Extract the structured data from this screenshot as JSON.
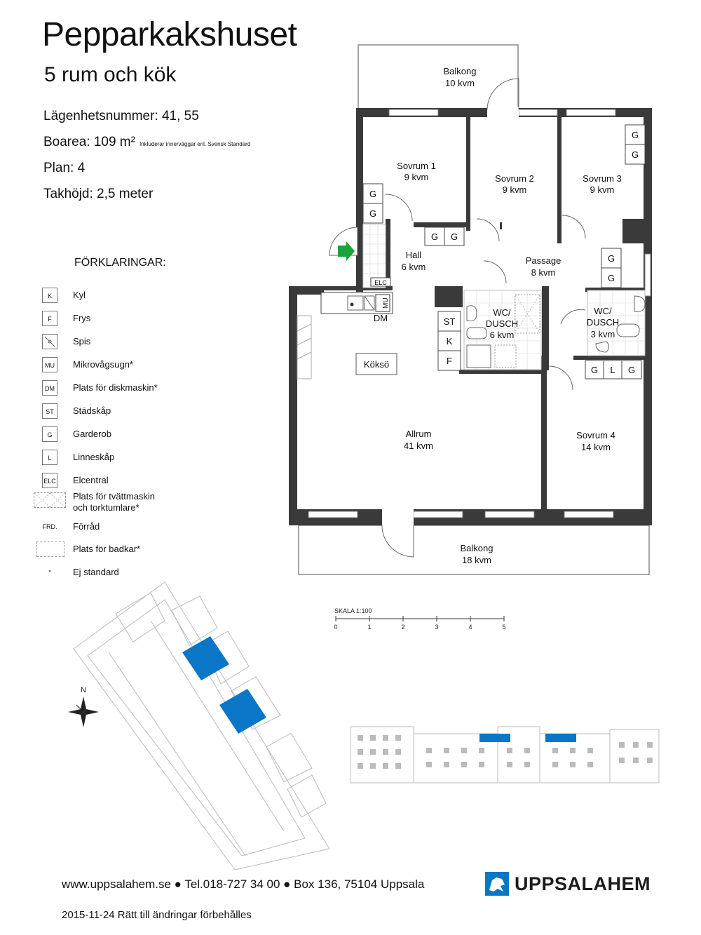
{
  "header": {
    "title": "Pepparkakshuset",
    "subtitle": "5 rum och kök"
  },
  "info": {
    "apartment_number": "Lägenhetsnummer: 41, 55",
    "living_area": "Boarea: 109 m²",
    "living_area_note": "Inkluderar innerväggar enl. Svensk Standard",
    "floor": "Plan: 4",
    "ceiling_height": "Takhöjd: 2,5 meter"
  },
  "legend": {
    "title": "FÖRKLARINGAR:",
    "items": [
      {
        "code": "K",
        "label": "Kyl"
      },
      {
        "code": "F",
        "label": "Frys"
      },
      {
        "code": "",
        "label": "Spis"
      },
      {
        "code": "MU",
        "label": "Mikrovågsugn*"
      },
      {
        "code": "DM",
        "label": "Plats för diskmaskin*"
      },
      {
        "code": "ST",
        "label": "Städskåp"
      },
      {
        "code": "G",
        "label": "Garderob"
      },
      {
        "code": "L",
        "label": "Linneskåp"
      },
      {
        "code": "ELC",
        "label": "Elcentral"
      },
      {
        "code": "",
        "label": "Plats för tvättmaskin och torktumlare*"
      },
      {
        "code": "FRD.",
        "label": "Förråd"
      },
      {
        "code": "",
        "label": "Plats för badkar*"
      },
      {
        "code": "*",
        "label": "Ej standard"
      }
    ]
  },
  "rooms": {
    "balkong_top": {
      "name": "Balkong",
      "area": "10 kvm"
    },
    "sovrum1": {
      "name": "Sovrum 1",
      "area": "9 kvm"
    },
    "sovrum2": {
      "name": "Sovrum 2",
      "area": "9 kvm"
    },
    "sovrum3": {
      "name": "Sovrum 3",
      "area": "9 kvm"
    },
    "hall": {
      "name": "Hall",
      "area": "6 kvm"
    },
    "passage": {
      "name": "Passage",
      "area": "8 kvm"
    },
    "wc1": {
      "name1": "WC/",
      "name2": "DUSCH",
      "area": "6 kvm"
    },
    "wc2": {
      "name1": "WC/",
      "name2": "DUSCH",
      "area": "3 kvm"
    },
    "kokso": {
      "name": "Köksö"
    },
    "allrum": {
      "name": "Allrum",
      "area": "41 kvm"
    },
    "sovrum4": {
      "name": "Sovrum 4",
      "area": "14 kvm"
    },
    "balkong_bottom": {
      "name": "Balkong",
      "area": "18 kvm"
    }
  },
  "plan_labels": {
    "g": "G",
    "l": "L",
    "st": "ST",
    "k": "K",
    "f": "F",
    "elc": "ELC",
    "mu": "MU",
    "dm": "DM"
  },
  "scale": {
    "label": "SKALA 1:100",
    "ticks": [
      "0",
      "1",
      "2",
      "3",
      "4",
      "5"
    ]
  },
  "site": {
    "north": "N"
  },
  "footer": {
    "contact": "www.uppsalahem.se ● Tel.018-727 34 00 ● Box 136, 75104 Uppsala",
    "date_note": "2015-11-24 Rätt till ändringar förbehålles",
    "brand": "UPPSALAHEM"
  },
  "colors": {
    "wall": "#3a3a3a",
    "highlight": "#0a76c8",
    "arrow": "#1aa33a"
  }
}
